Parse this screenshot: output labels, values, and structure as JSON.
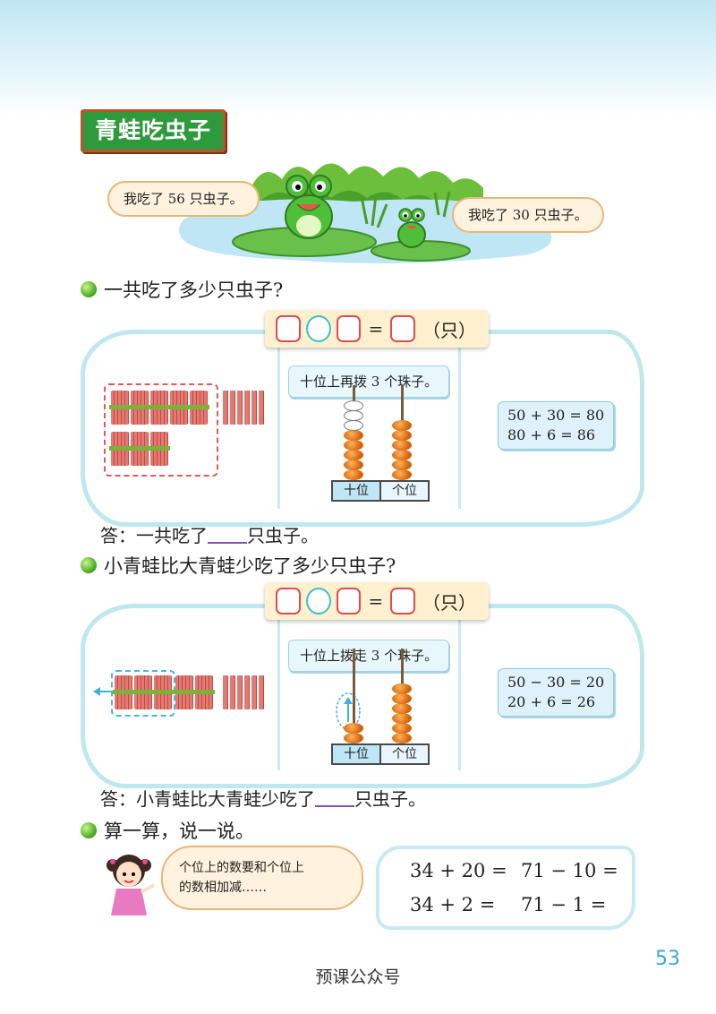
{
  "lesson": {
    "title": "青蛙吃虫子"
  },
  "scene": {
    "big_frog_says": "我吃了 56 只虫子。",
    "small_frog_says": "我吃了 30 只虫子。"
  },
  "section1": {
    "question": "一共吃了多少只虫子?",
    "equals": "=",
    "unit": "（只）",
    "tip": "十位上再拨 3 个珠子。",
    "calc_line1": "50 + 30 = 80",
    "calc_line2": "80 + 6 = 86",
    "tens_label": "十位",
    "ones_label": "个位",
    "answer_prefix": "答：一共吃了",
    "answer_suffix": "只虫子。",
    "abacus": {
      "tens_filled": 5,
      "tens_empty": 3,
      "ones_filled": 6
    }
  },
  "section2": {
    "question": "小青蛙比大青蛙少吃了多少只虫子?",
    "equals": "=",
    "unit": "（只）",
    "tip": "十位上拨走 3 个珠子。",
    "calc_line1": "50 − 30 = 20",
    "calc_line2": "20 + 6 = 26",
    "tens_label": "十位",
    "ones_label": "个位",
    "answer_prefix": "答：小青蛙比大青蛙少吃了",
    "answer_suffix": "只虫子。",
    "abacus": {
      "tens_filled": 2,
      "ones_filled": 6
    }
  },
  "section3": {
    "heading": "算一算，说一说。",
    "tip_line1": "个位上的数要和个位上",
    "tip_line2": "的数相加减……",
    "exercises": [
      "34 + 20 =",
      "71 − 10 =",
      "34 + 2 =",
      "71 − 1 ="
    ]
  },
  "page_number": "53",
  "footer": "预课公众号",
  "colors": {
    "title_bg": "#2e9a3c",
    "bead": "#e2700f",
    "page_number": "#3aa7d1"
  }
}
